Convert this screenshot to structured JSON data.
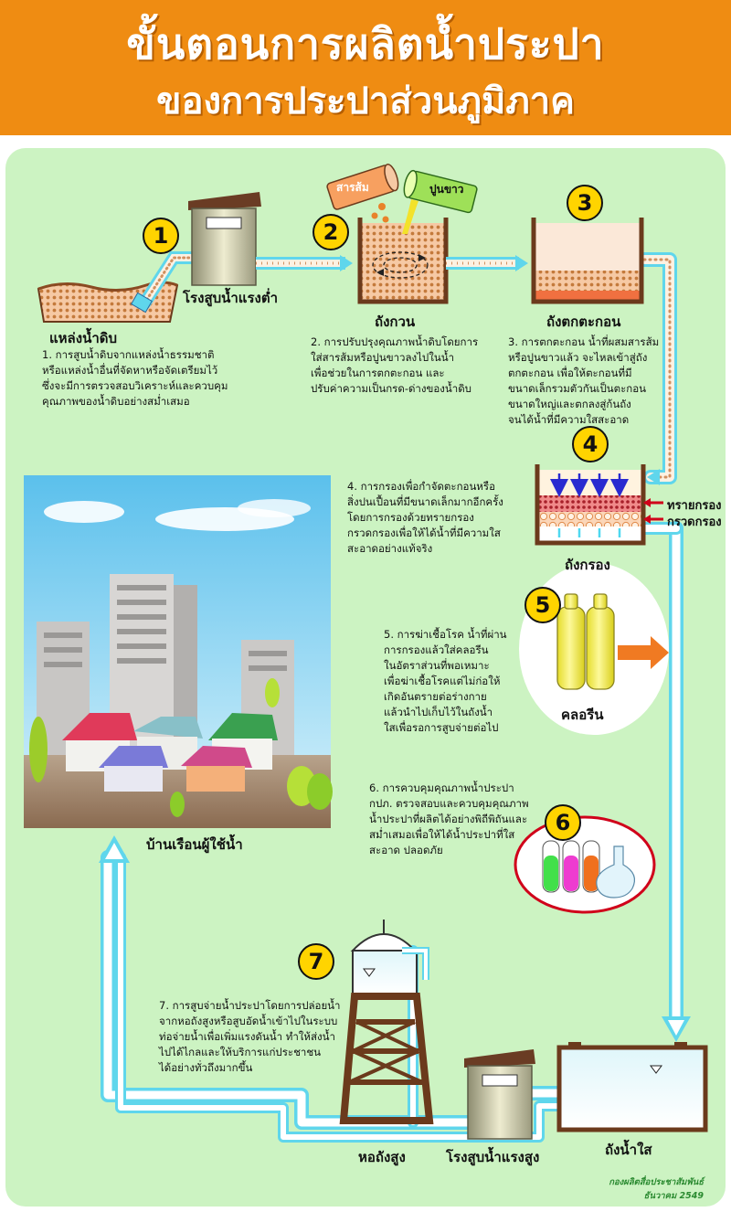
{
  "title": {
    "line1": "ขั้นตอนการผลิตน้ำประปา",
    "line2": "ของการประปาส่วนภูมิภาค"
  },
  "labels": {
    "raw_water": "แหล่งน้ำดิบ",
    "low_pump": "โรงสูบน้ำแรงต่ำ",
    "mix_tank": "ถังกวน",
    "settle_tank": "ถังตกตะกอน",
    "filter_tank": "ถังกรอง",
    "sand": "ทรายกรอง",
    "gravel": "กรวดกรอง",
    "alum": "สารส้ม",
    "lime": "ปูนขาว",
    "chlorine": "คลอรีน",
    "houses": "บ้านเรือนผู้ใช้น้ำ",
    "tower": "หอถังสูง",
    "high_pump": "โรงสูบน้ำแรงสูง",
    "clear_tank": "ถังน้ำใส"
  },
  "steps": [
    {
      "num": "1",
      "text": "1. การสูบน้ำดิบจากแหล่งน้ำธรรมชาติ\nหรือแหล่งน้ำอื่นที่จัดหาหรือจัดเตรียมไว้\nซึ่งจะมีการตรวจสอบวิเคราะห์และควบคุม\nคุณภาพของน้ำดิบอย่างสม่ำเสมอ"
    },
    {
      "num": "2",
      "text": "2. การปรับปรุงคุณภาพน้ำดิบโดยการ\nใส่สารส้มหรือปูนขาวลงไปในน้ำ\nเพื่อช่วยในการตกตะกอน และ\nปรับค่าความเป็นกรด-ด่างของน้ำดิบ"
    },
    {
      "num": "3",
      "text": "3. การตกตะกอน น้ำที่ผสมสารส้ม\nหรือปูนขาวแล้ว จะไหลเข้าสู่ถัง\nตกตะกอน เพื่อให้ตะกอนที่มี\nขนาดเล็กรวมตัวกันเป็นตะกอน\nขนาดใหญ่และตกลงสู่ก้นถัง\nจนได้น้ำที่มีความใสสะอาด"
    },
    {
      "num": "4",
      "text": "4. การกรองเพื่อกำจัดตะกอนหรือ\nสิ่งปนเปื้อนที่มีขนาดเล็กมากอีกครั้ง\nโดยการกรองด้วยทรายกรอง\nกรวดกรองเพื่อให้ได้น้ำที่มีความใส\nสะอาดอย่างแท้จริง"
    },
    {
      "num": "5",
      "text": "5. การฆ่าเชื้อโรค น้ำที่ผ่าน\nการกรองแล้วใส่คลอรีน\nในอัตราส่วนที่พอเหมาะ\nเพื่อฆ่าเชื้อโรคแต่ไม่ก่อให้\nเกิดอันตรายต่อร่างกาย\nแล้วนำไปเก็บไว้ในถังน้ำ\nใสเพื่อรอการสูบจ่ายต่อไป"
    },
    {
      "num": "6",
      "text": "6. การควบคุมคุณภาพน้ำประปา\nกปภ. ตรวจสอบและควบคุมคุณภาพ\nน้ำประปาที่ผลิตได้อย่างพิถีพิถันและ\nสม่ำเสมอเพื่อให้ได้น้ำประปาที่ใส\nสะอาด ปลอดภัย"
    },
    {
      "num": "7",
      "text": "7. การสูบจ่ายน้ำประปาโดยการปล่อยน้ำ\nจากหอถังสูงหรือสูบอัดน้ำเข้าไปในระบบ\nท่อจ่ายน้ำเพื่อเพิ่มแรงดันน้ำ ทำให้ส่งน้ำ\nไปได้ไกลและให้บริการแก่ประชาชน\nได้อย่างทั่วถึงมากขึ้น"
    }
  ],
  "credit": {
    "line1": "กองผลิตสื่อประชาสัมพันธ์",
    "line2": "ธันวาคม 2549"
  },
  "colors": {
    "header": "#ef8c12",
    "panel": "#ccf3c2",
    "pipe": "#4fd8f0",
    "number_badge": "#ffd400",
    "tank_wall": "#6b3a1c",
    "chlorine": "#f5ef4a",
    "outline_red": "#d0001a"
  }
}
